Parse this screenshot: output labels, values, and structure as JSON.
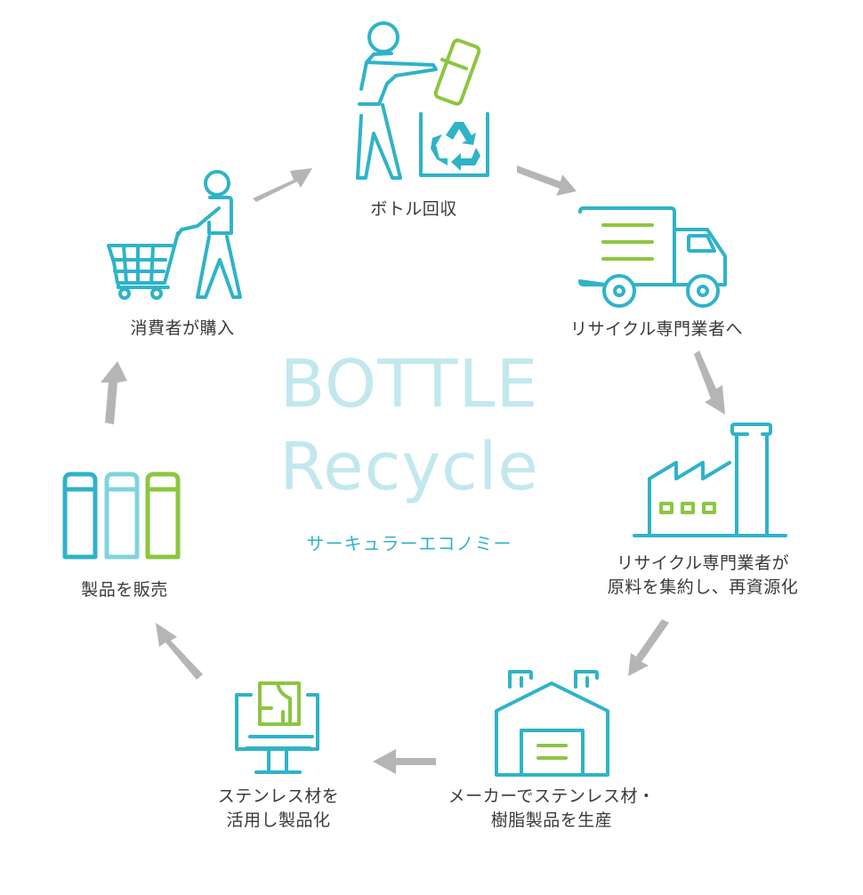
{
  "center": {
    "title_line1": "BOTTLE",
    "title_line2": "Recycle",
    "subtitle": "サーキュラーエコノミー"
  },
  "colors": {
    "primary": "#2fb3c8",
    "light": "#7fd3de",
    "accent": "#8cc63f",
    "arrow": "#b5b5b5",
    "title": "#c2e8ee",
    "text": "#3a3a3a"
  },
  "steps": [
    {
      "icon": "bottle-recycling-icon",
      "label": "ボトル回収"
    },
    {
      "icon": "delivery-truck-icon",
      "label": "リサイクル専門業者へ"
    },
    {
      "icon": "factory-icon",
      "label_line1": "リサイクル専門業者が",
      "label_line2": "原料を集約し、再資源化"
    },
    {
      "icon": "warehouse-icon",
      "label_line1": "メーカーでステンレス材・",
      "label_line2": "樹脂製品を生産"
    },
    {
      "icon": "monitor-design-icon",
      "label_line1": "ステンレス材を",
      "label_line2": "活用し製品化"
    },
    {
      "icon": "bottles-product-icon",
      "label": "製品を販売"
    },
    {
      "icon": "shopper-cart-icon",
      "label": "消費者が購入"
    }
  ]
}
